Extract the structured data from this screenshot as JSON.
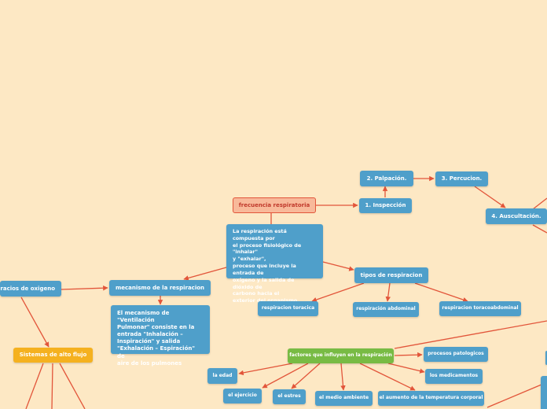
{
  "colors": {
    "background": "#fde8c4",
    "node_blue": "#4f9fca",
    "node_green": "#78bb44",
    "node_orange": "#f5b11f",
    "central_fill": "#f8b99a",
    "central_border": "#e2553a",
    "connector": "#e2553a"
  },
  "central": {
    "label": "frecuencia respiratoria"
  },
  "exam": {
    "inspeccion": "1. Inspección",
    "palpacion": "2. Palpación.",
    "percucion": "3. Percucion.",
    "auscultacion": "4. Auscultación."
  },
  "description": {
    "lines": [
      "La respiración está compuesta por",
      "el proceso fisiológico de \"inhalar\"",
      "y \"exhalar\",",
      "proceso que incluye la entrada de",
      "oxígeno y la salida de dióxido de",
      "carbono hacia el",
      "exterior del organismo"
    ]
  },
  "mecanismo": {
    "label": "mecanismo de la respiracion",
    "detail_lines": [
      "El mecanismo de \"Ventilación",
      "Pulmonar\" consiste en la",
      "entrada \"Inhalación –",
      "Inspiración\" y salida",
      "\"Exhalación – Espiración\" de",
      "aire de los pulmones"
    ]
  },
  "tipos": {
    "label": "tipos de respiracion",
    "items": [
      "respiracion toracica",
      "respiración abdominal",
      "respiracion toracoabdominal"
    ]
  },
  "oxigeno": {
    "label": "racios de oxigeno"
  },
  "alto_flujo": {
    "label": "Sistemas de alto flujo"
  },
  "factores": {
    "label": "factores que influyen en la respiración",
    "items": [
      "procesos patologicos",
      "los medicamentos",
      "la edad",
      "el ejercicio",
      "el estres",
      "el medio ambiente",
      "el aumento de la temperatura corporal"
    ]
  }
}
